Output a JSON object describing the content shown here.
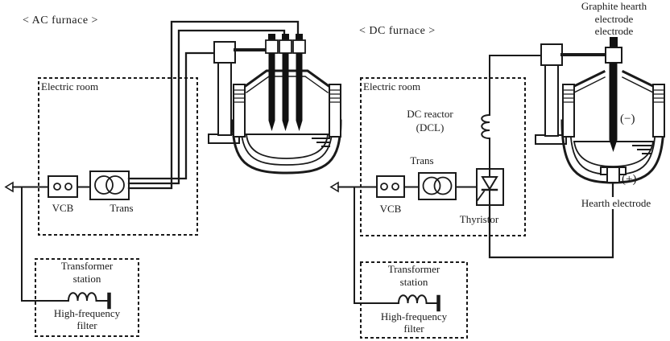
{
  "colors": {
    "line": "#1a1a1a",
    "background": "#ffffff"
  },
  "ac": {
    "title": "< AC furnace >",
    "electric_room": "Electric room",
    "vcb": "VCB",
    "trans": "Trans",
    "station_line1": "Transformer",
    "station_line2": "station",
    "filter_line1": "High-frequency",
    "filter_line2": "filter"
  },
  "dc": {
    "title": "< DC furnace >",
    "electric_room": "Electric room",
    "graphite_line1": "Graphite hearth",
    "graphite_line2": "electrode",
    "graphite_line3": "electrode",
    "reactor_line1": "DC reactor",
    "reactor_line2": "(DCL)",
    "trans": "Trans",
    "vcb": "VCB",
    "thyristor": "Thyristor",
    "minus": "(−)",
    "plus": "(+)",
    "hearth": "Hearth electrode",
    "station_line1": "Transformer",
    "station_line2": "station",
    "filter_line1": "High-frequency",
    "filter_line2": "filter"
  }
}
